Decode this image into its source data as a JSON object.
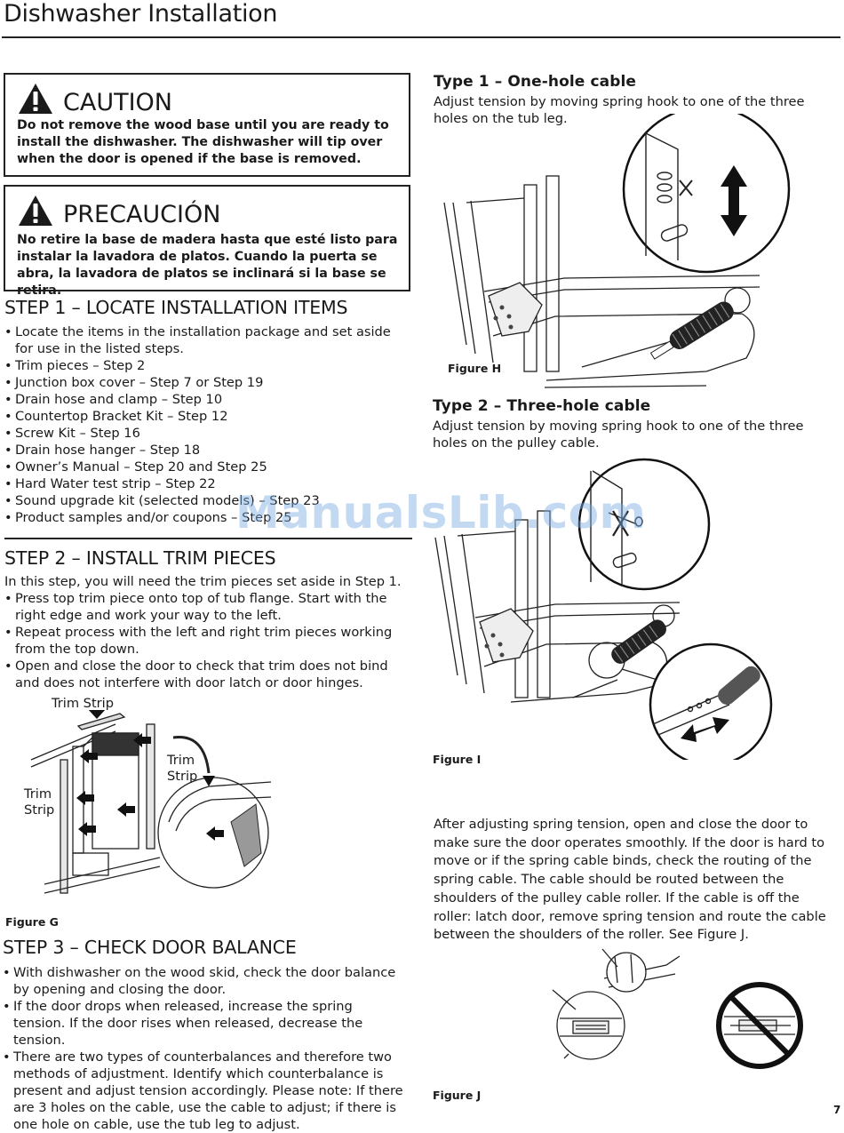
{
  "header": {
    "title": "Dishwasher Installation"
  },
  "caution_en": {
    "heading": "CAUTION",
    "text": "Do not remove the wood base until you are ready to install the dishwasher. The dishwasher will tip over when the door is opened if the base is removed."
  },
  "caution_es": {
    "heading": "PRECAUCIÓN",
    "text": "No retire la base de madera hasta que esté listo para instalar la lavadora de platos. Cuando la puerta se abra, la lavadora de platos se inclinará si la base se retira."
  },
  "step1": {
    "title": "STEP 1 – LOCATE INSTALLATION ITEMS",
    "items": [
      "Locate the items in the installation package and set aside for use in the listed steps.",
      "Trim pieces – Step 2",
      "Junction box cover – Step 7 or Step 19",
      "Drain hose and clamp – Step 10",
      "Countertop Bracket Kit – Step 12",
      "Screw Kit – Step 16",
      "Drain hose hanger – Step 18",
      "Owner’s Manual – Step 20 and Step 25",
      "Hard Water test strip – Step 22",
      "Sound upgrade kit (selected models) – Step 23",
      "Product samples and/or coupons – Step 25"
    ]
  },
  "step2": {
    "title": "STEP 2 – INSTALL TRIM PIECES",
    "intro": "In this step, you will need the trim pieces set aside in Step 1.",
    "items": [
      "Press top trim piece onto top of tub flange. Start with the right edge and work your way to the left.",
      "Repeat process with the left and right trim pieces working from the top down.",
      "Open and close the door to check that trim does not bind and does not interfere with door latch or door hinges."
    ]
  },
  "figure_g": {
    "label": "Figure G",
    "callout_top": "Trim Strip",
    "callout_right_1": "Trim",
    "callout_right_2": "Strip",
    "callout_left_1": "Trim",
    "callout_left_2": "Strip"
  },
  "step3": {
    "title": "STEP 3 – CHECK DOOR BALANCE",
    "items": [
      "With dishwasher on the wood skid, check the door balance by opening and closing the door.",
      "If the door drops when released, increase the spring tension. If the door rises when released, decrease the tension.",
      "There are two types of counterbalances and therefore two methods of adjustment. Identify which counterbalance is present and adjust tension accordingly. Please note: If there are 3 holes on the cable, use the cable to adjust; if there is one hole on cable, use the tub leg to adjust."
    ]
  },
  "type1": {
    "title": "Type 1 – One-hole cable",
    "text": "Adjust tension by moving spring hook to one of the three holes on the tub leg.",
    "figure_label": "Figure H"
  },
  "type2": {
    "title": "Type 2 – Three-hole cable",
    "text": "Adjust tension by moving spring hook to one of the three holes on the pulley cable.",
    "figure_label": "Figure I"
  },
  "after_text": "After adjusting spring tension, open and close the door to make sure the door operates smoothly. If the door is hard to move or if the spring cable binds, check the routing of the spring cable. The cable should be routed between the shoulders of the pulley cable roller. If the cable is off the roller: latch door, remove spring tension and route the cable between the shoulders of the roller. See Figure J.",
  "figure_j": {
    "label": "Figure J"
  },
  "watermark": "ManualsLib.com",
  "page_number": "7"
}
